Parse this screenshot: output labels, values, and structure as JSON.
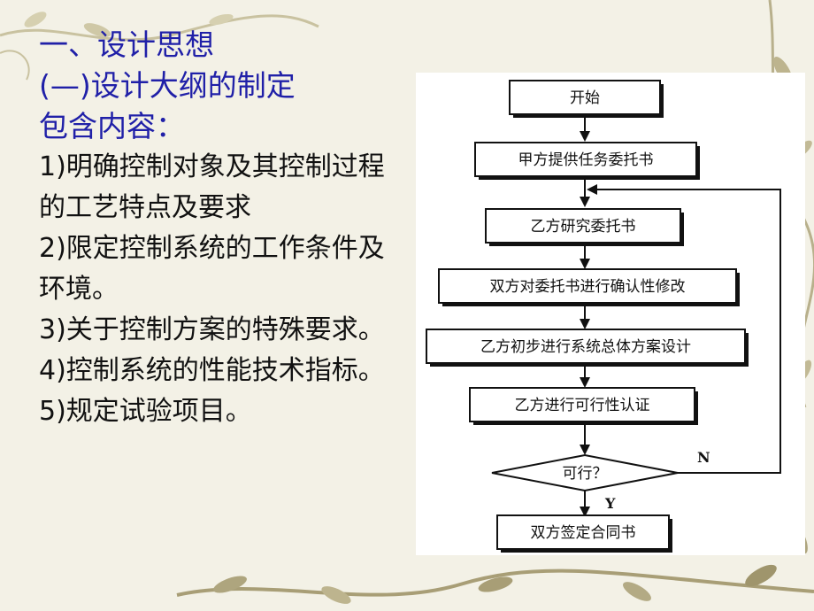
{
  "slide": {
    "heading1": "一、设计思想",
    "heading2": "(—)设计大纲的制定",
    "heading3": "包含内容：",
    "items": [
      "1)明确控制对象及其控制过程的工艺特点及要求",
      "2)限定控制系统的工作条件及环境。",
      "3)关于控制方案的特殊要求。",
      "4)控制系统的性能技术指标。",
      "5)规定试验项目。"
    ]
  },
  "flowchart": {
    "start": "开始",
    "step1": "甲方提供任务委托书",
    "step2": "乙方研究委托书",
    "step3": "双方对委托书进行确认性修改",
    "step4": "乙方初步进行系统总体方案设计",
    "step5": "乙方进行可行性认证",
    "decision": "可行？",
    "no_label": "N",
    "yes_label": "Y",
    "end": "双方签定合同书"
  },
  "colors": {
    "heading": "#2020a8",
    "body_text": "#111111",
    "background": "#f3f1e6",
    "vine": "#b8b08c"
  }
}
